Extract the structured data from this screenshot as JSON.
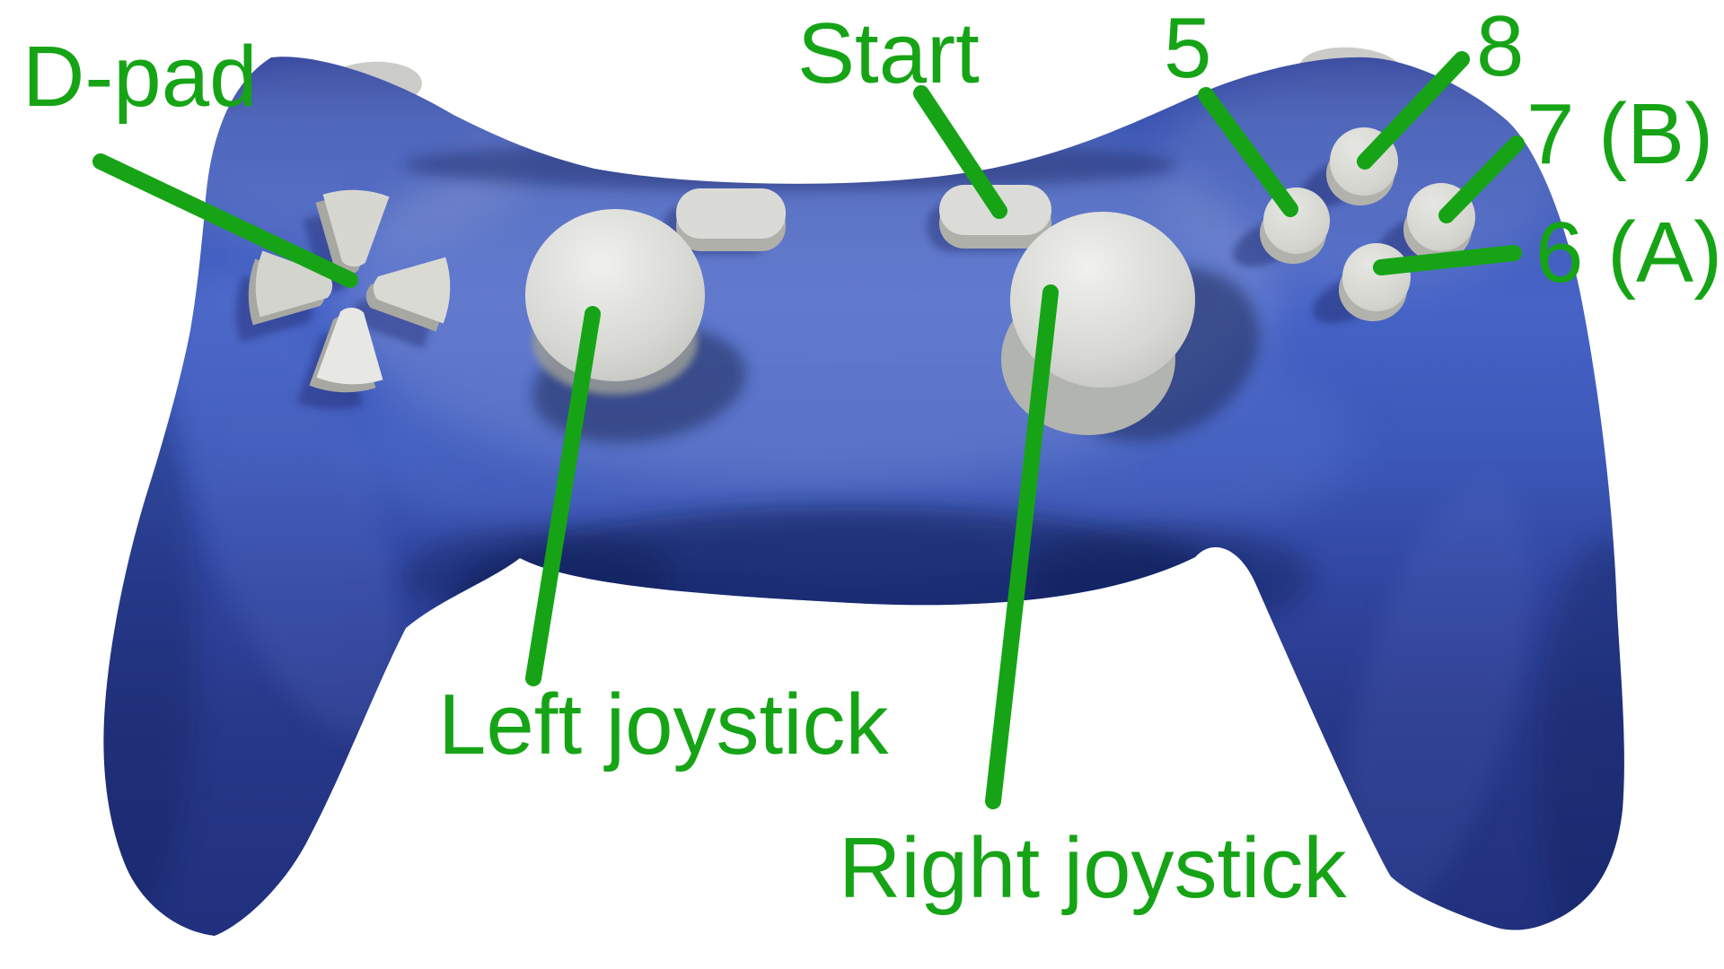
{
  "figure": {
    "subject": "game-controller-diagram"
  },
  "annotations": {
    "dpad": {
      "label": "D-pad"
    },
    "start": {
      "label": "Start"
    },
    "button_5": {
      "label": "5"
    },
    "button_8": {
      "label": "8"
    },
    "button_7": {
      "label": "7 (B)"
    },
    "button_6": {
      "label": "6 (A)"
    },
    "left_joystick": {
      "label": "Left joystick"
    },
    "right_joystick": {
      "label": "Right joystick"
    }
  },
  "colors": {
    "annotation_green": "#16a416",
    "controller_body_blue": "#3c58b8",
    "controller_dark_blue": "#1c2a6e",
    "button_gray": "#d8d8d4",
    "background": "#ffffff"
  }
}
